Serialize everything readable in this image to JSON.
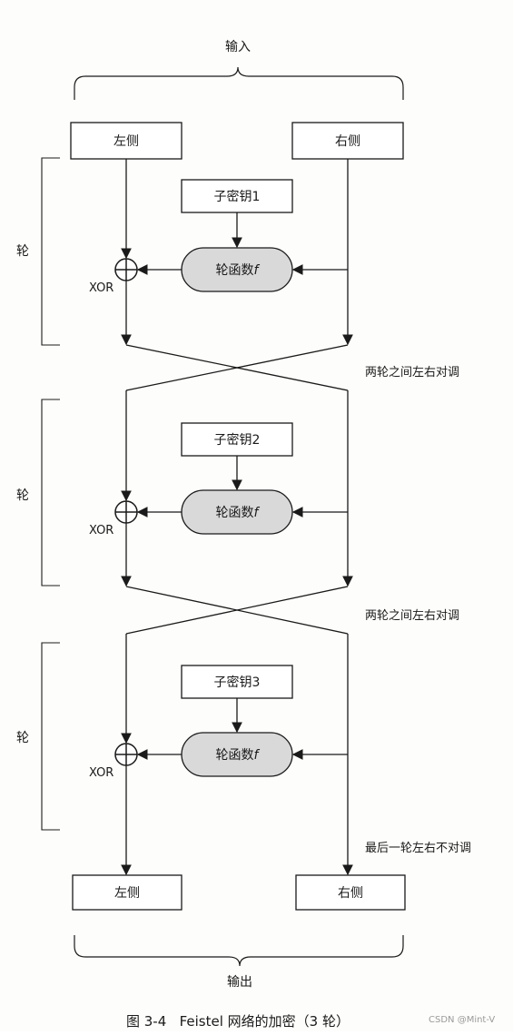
{
  "input_label": "输入",
  "output_label": "输出",
  "top_left_box": "左侧",
  "top_right_box": "右侧",
  "bottom_left_box": "左侧",
  "bottom_right_box": "右侧",
  "rounds": [
    {
      "side_label": "轮",
      "subkey": "子密钥1",
      "round_function": "轮函数",
      "round_function_symbol": "f",
      "xor_label": "XOR"
    },
    {
      "side_label": "轮",
      "subkey": "子密钥2",
      "round_function": "轮函数",
      "round_function_symbol": "f",
      "xor_label": "XOR"
    },
    {
      "side_label": "轮",
      "subkey": "子密钥3",
      "round_function": "轮函数",
      "round_function_symbol": "f",
      "xor_label": "XOR"
    }
  ],
  "swap_notes": [
    "两轮之间左右对调",
    "两轮之间左右对调"
  ],
  "final_note": "最后一轮左右不对调",
  "caption": "图 3-4   Feistel 网络的加密（3 轮）",
  "watermark": "CSDN @Mint-V",
  "colors": {
    "line": "#1a1a1a",
    "box_fill": "#ffffff",
    "function_fill": "#d9d9d9"
  }
}
